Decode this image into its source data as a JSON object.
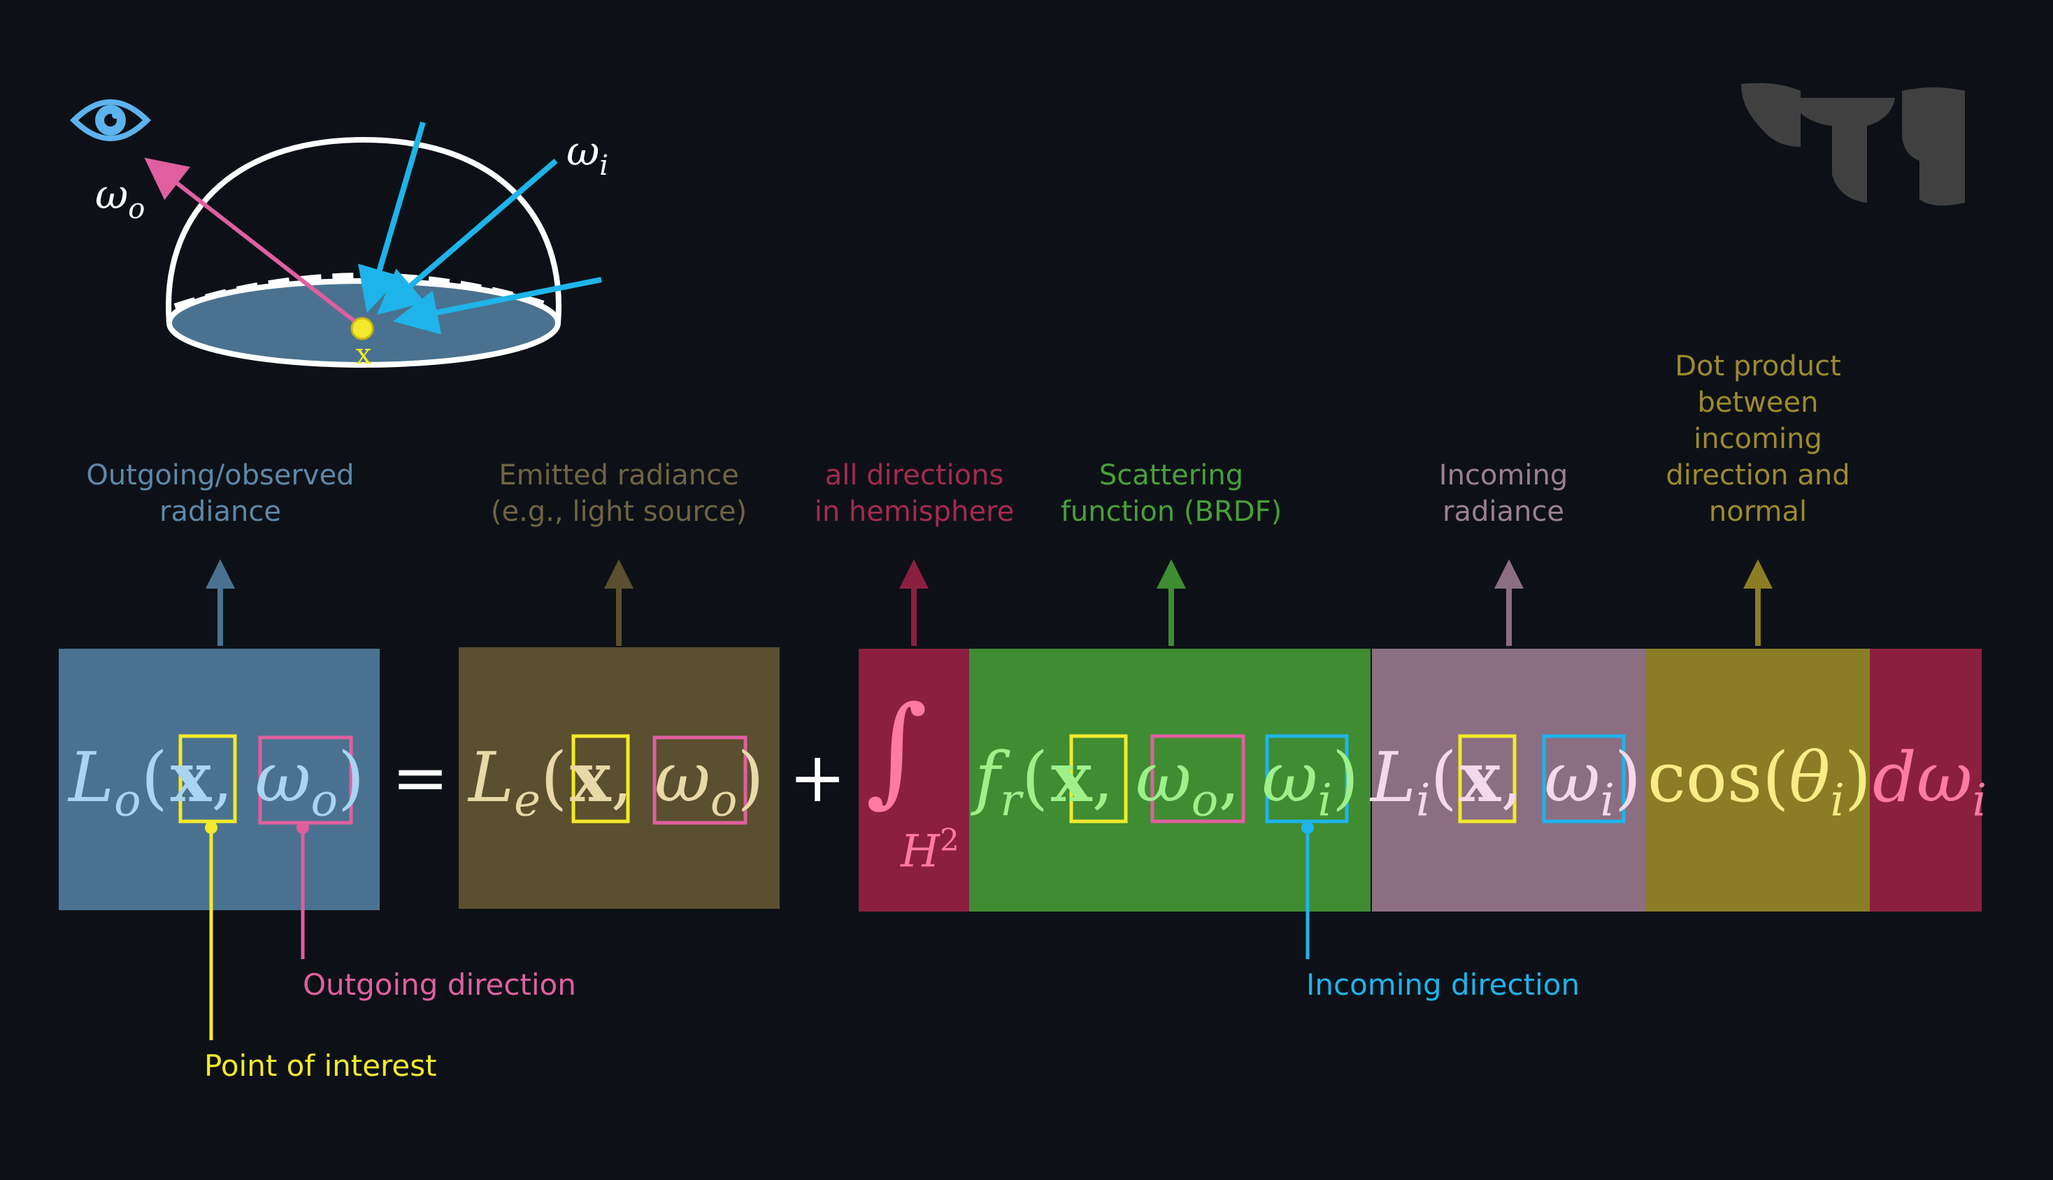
{
  "hemisphere": {
    "omega_o": "ω",
    "omega_o_sub": "o",
    "omega_i": "ω",
    "omega_i_sub": "i",
    "point": "x"
  },
  "labels": {
    "outgoing": "Outgoing/observed\nradiance",
    "emitted": "Emitted radiance\n(e.g., light source)",
    "all_directions": "all directions\nin hemisphere",
    "scattering": "Scattering\nfunction (BRDF)",
    "incoming_radiance": "Incoming\nradiance",
    "dot_product": "Dot product\nbetween\nincoming\ndirection and\nnormal"
  },
  "notes": {
    "outgoing_direction": "Outgoing direction",
    "point_of_interest": "Point of interest",
    "incoming_direction": "Incoming direction"
  },
  "equation": {
    "Lo": "L",
    "Lo_sub": "o",
    "x": "x",
    "omega": "ω",
    "sub_o": "o",
    "sub_i": "i",
    "equals": "=",
    "Le": "L",
    "Le_sub": "e",
    "plus": "+",
    "integral": "∫",
    "domain": "H",
    "domain_sup": "2",
    "fr": "f",
    "fr_sub": "r",
    "Li": "L",
    "Li_sub": "i",
    "cos": "cos",
    "theta": "θ",
    "d": "d",
    "open": "(",
    "close": ")",
    "comma": ","
  },
  "colors": {
    "background": "#0d1117",
    "outgoing_box": "#4a7290",
    "outgoing_label": "#5d88a8",
    "emitted_box": "#5a4f2e",
    "emitted_label": "#6f6443",
    "integral_box": "#8b1f40",
    "integral_label": "#a52a4c",
    "brdf_box": "#3f8c32",
    "brdf_label": "#48a03a",
    "incoming_box": "#8c6e82",
    "incoming_label": "#9a8091",
    "cos_box": "#8b7d25",
    "cos_label": "#9c8a2c",
    "point_yellow": "#f2ea2a",
    "outgoing_pink": "#e05fa0",
    "incoming_cyan": "#1eb4ea",
    "eye": "#5cb3ee",
    "logo": "#404040"
  }
}
